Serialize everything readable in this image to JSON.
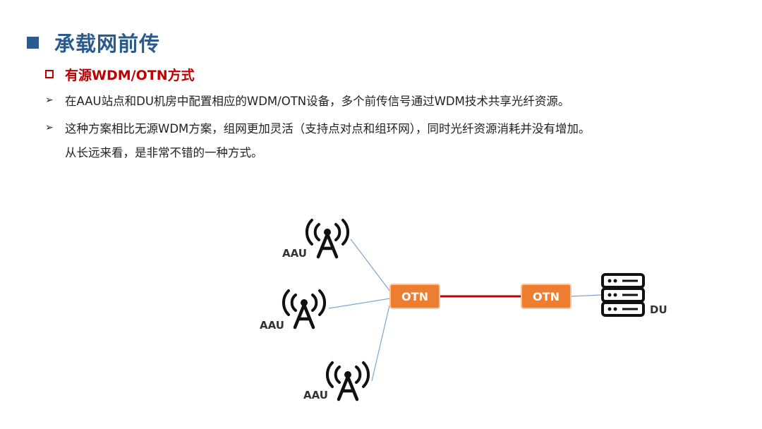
{
  "title": "承载网前传",
  "subtitle": "有源WDM/OTN方式",
  "bullets": [
    "在AAU站点和DU机房中配置相应的WDM/OTN设备，多个前传信号通过WDM技术共享光纤资源。",
    "这种方案相比无源WDM方案，组网更加灵活（支持点对点和组环网），同时光纤资源消耗并没有增加。"
  ],
  "bullet2_cont": "从长远来看，是非常不错的一种方式。",
  "diagram": {
    "aau_label": "AAU",
    "otn_label": "OTN",
    "du_label": "DU",
    "colors": {
      "otn_fill": "#ed7d31",
      "otn_link": "#c00000",
      "lines": "#7ba7cf",
      "icon": "#111111"
    }
  }
}
